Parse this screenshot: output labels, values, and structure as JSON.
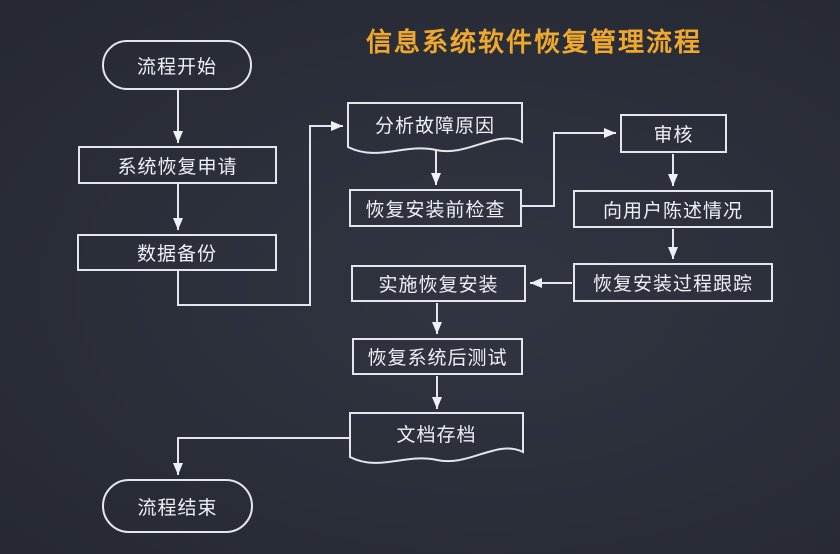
{
  "title": "信息系统软件恢复管理流程",
  "colors": {
    "background": "#2a2e39",
    "title_text": "#efa72e",
    "node_border": "#e3e6ec",
    "node_text": "#eef0f4",
    "connector": "#e3e6ec"
  },
  "nodes": {
    "start": {
      "label": "流程开始",
      "shape": "stadium"
    },
    "request": {
      "label": "系统恢复申请",
      "shape": "rect"
    },
    "backup": {
      "label": "数据备份",
      "shape": "rect"
    },
    "analyze": {
      "label": "分析故障原因",
      "shape": "document"
    },
    "precheck": {
      "label": "恢复安装前检查",
      "shape": "rect"
    },
    "review": {
      "label": "审核",
      "shape": "rect"
    },
    "explain": {
      "label": "向用户陈述情况",
      "shape": "rect"
    },
    "track": {
      "label": "恢复安装过程跟踪",
      "shape": "rect"
    },
    "install": {
      "label": "实施恢复安装",
      "shape": "rect"
    },
    "test": {
      "label": "恢复系统后测试",
      "shape": "rect"
    },
    "archive": {
      "label": "文档存档",
      "shape": "document"
    },
    "end": {
      "label": "流程结束",
      "shape": "stadium"
    }
  },
  "edges": [
    {
      "from": "start",
      "to": "request"
    },
    {
      "from": "request",
      "to": "backup"
    },
    {
      "from": "backup",
      "to": "analyze"
    },
    {
      "from": "analyze",
      "to": "precheck"
    },
    {
      "from": "precheck",
      "to": "review"
    },
    {
      "from": "review",
      "to": "explain"
    },
    {
      "from": "explain",
      "to": "track"
    },
    {
      "from": "track",
      "to": "install"
    },
    {
      "from": "install",
      "to": "test"
    },
    {
      "from": "test",
      "to": "archive"
    },
    {
      "from": "archive",
      "to": "end"
    }
  ]
}
